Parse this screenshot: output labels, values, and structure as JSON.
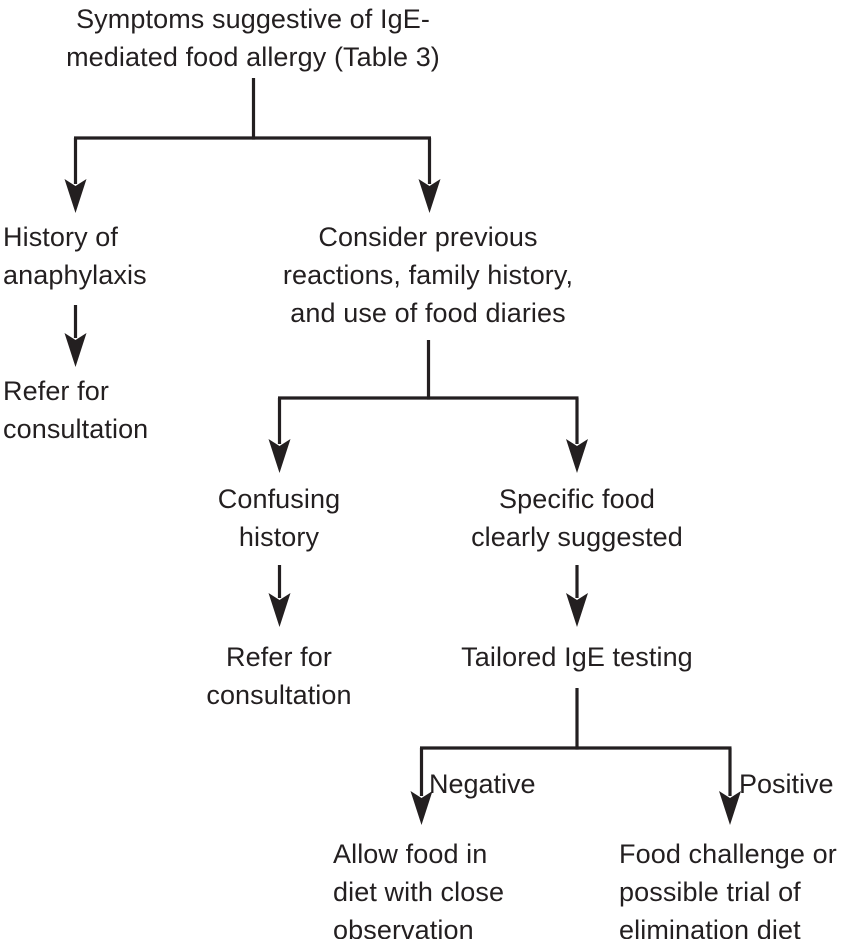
{
  "diagram": {
    "title_node": "Symptoms suggestive of IgE-\nmediated food allergy (Table 3)",
    "nodes": {
      "history_anaphylaxis": "History of\nanaphylaxis",
      "refer_consultation_left": "Refer for\nconsultation",
      "consider_previous": "Consider previous\nreactions, family history,\nand use of food diaries",
      "confusing_history": "Confusing\nhistory",
      "specific_food": "Specific food\nclearly suggested",
      "refer_consultation_mid": "Refer for\nconsultation",
      "tailored_ige_testing": "Tailored IgE testing",
      "allow_food": "Allow food in\ndiet with close\nobservation",
      "food_challenge": "Food challenge or\npossible trial of\nelimination diet"
    },
    "edge_labels": {
      "negative": "Negative",
      "positive": "Positive"
    },
    "colors": {
      "ink": "#231f20",
      "background": "#ffffff"
    }
  }
}
